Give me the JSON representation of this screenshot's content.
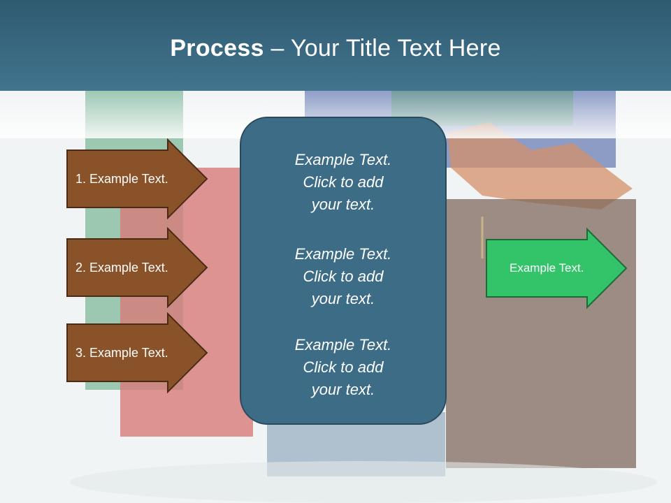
{
  "title": {
    "bold": "Process",
    "rest": " – Your Title Text Here"
  },
  "left_arrows": [
    {
      "label": "1. Example Text."
    },
    {
      "label": "2. Example Text."
    },
    {
      "label": "3. Example Text."
    }
  ],
  "center_box": {
    "paragraphs": [
      {
        "lines": [
          "Example Text.",
          "Click  to add",
          "your text."
        ]
      },
      {
        "lines": [
          "Example Text.",
          "Click  to add",
          "your text."
        ]
      },
      {
        "lines": [
          "Example Text.",
          "Click  to add",
          "your text."
        ]
      }
    ]
  },
  "right_arrow": {
    "label": "Example Text."
  },
  "colors": {
    "header": "#3b6b84",
    "left_arrow_fill": "#8a5228",
    "center_box_fill": "#3d6c86",
    "right_arrow_fill": "#33c46a"
  }
}
